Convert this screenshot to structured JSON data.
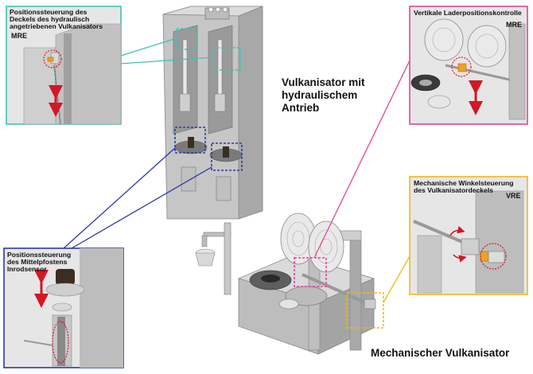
{
  "main_title_lines": [
    "Vulkanisator mit",
    "hydraulischem",
    "Antrieb"
  ],
  "bottom_title": "Mechanischer Vulkanisator",
  "insets": {
    "top_left": {
      "title": "Positionssteuerung des\nDeckels des hydraulisch\nangetriebenen Vulkanisators",
      "tag": "MRE",
      "border": "#3fc3b4"
    },
    "top_right": {
      "title": "Vertikale Laderpositionskontrolle",
      "tag": "MRE",
      "border": "#e0459a"
    },
    "bottom_left": {
      "title": "Positionssteuerung\ndes Mittelpfostens\nInrodsensor",
      "tag": "",
      "border": "#2b3ba8"
    },
    "bottom_right": {
      "title": "Mechanische Winkelsteuerung\ndes Vulkanisatordeckels",
      "tag": "VRE",
      "border": "#eeb91a"
    }
  },
  "colors": {
    "machine_light": "#d3d3d3",
    "machine_mid": "#b3b3b3",
    "machine_dark": "#8e8e8e",
    "arrow_red": "#d01828",
    "teal": "#3fc3b4",
    "magenta": "#e0459a",
    "blue": "#2b3ba8",
    "yellow": "#eeb91a"
  }
}
